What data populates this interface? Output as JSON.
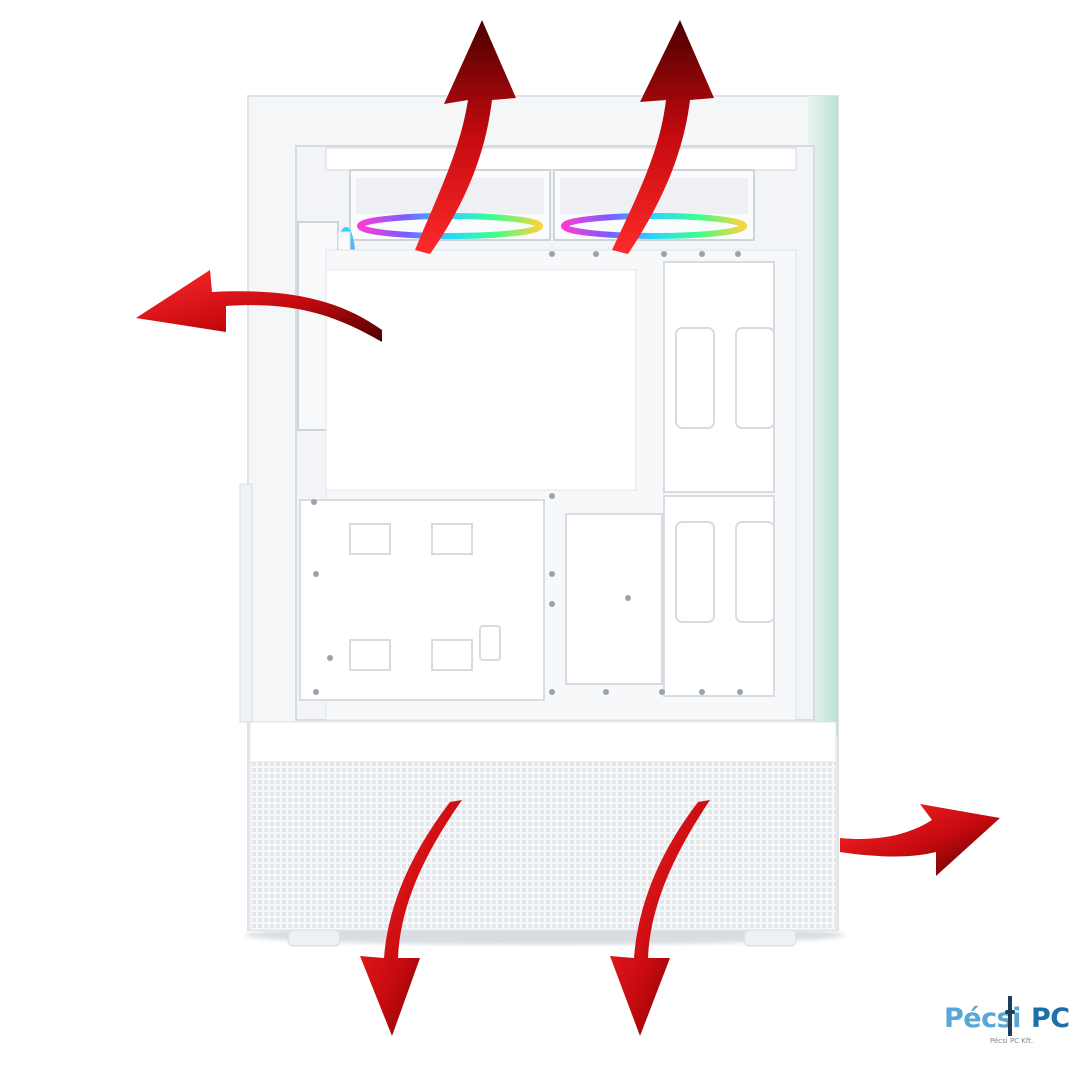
{
  "watermark": {
    "brand_left": "Pécsi",
    "brand_right": "PC",
    "subtitle": "Pécsi PC Kft."
  },
  "colors": {
    "arrow_red": "#d10d12",
    "arrow_dark": "#5a0000",
    "case_white": "#f4f6f8",
    "brand_blue": "#5aa6d6"
  },
  "arrows": [
    {
      "name": "top-left-exhaust",
      "direction": "up"
    },
    {
      "name": "top-right-exhaust",
      "direction": "up"
    },
    {
      "name": "rear-exhaust",
      "direction": "left"
    },
    {
      "name": "bottom-left-exhaust",
      "direction": "down"
    },
    {
      "name": "bottom-right-exhaust",
      "direction": "down"
    },
    {
      "name": "front-side-exhaust",
      "direction": "right"
    }
  ]
}
